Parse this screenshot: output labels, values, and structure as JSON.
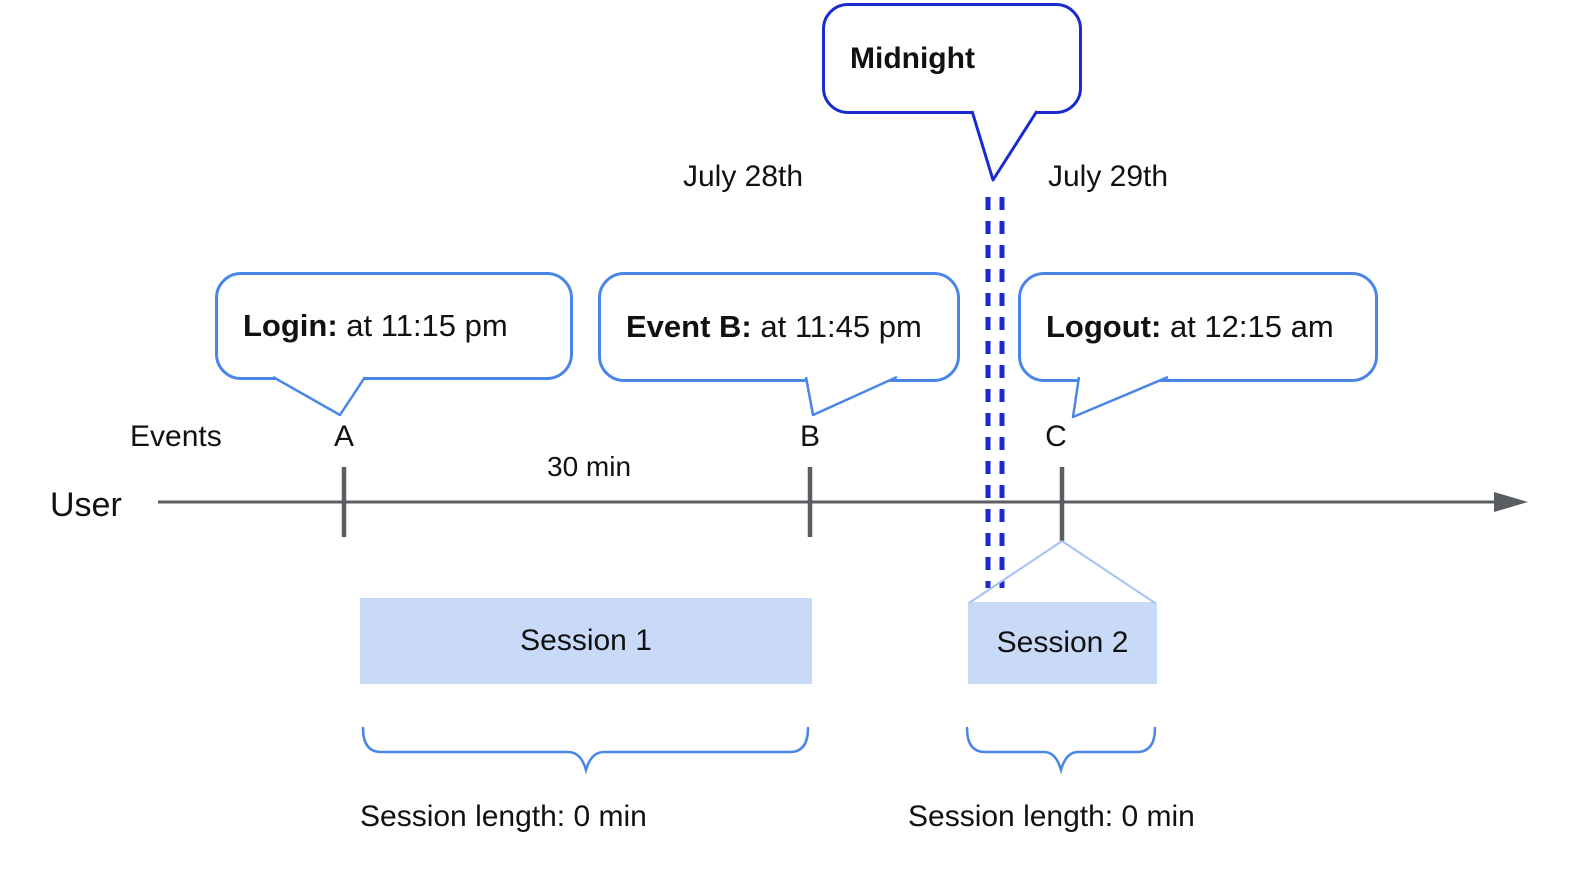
{
  "colors": {
    "accent_blue": "#4a86e8",
    "dark_blue": "#1b2ad0",
    "session_fill": "#c9daf8",
    "splay_blue": "#a4c2f4",
    "line_gray": "#5a5d61",
    "text": "#111111"
  },
  "midnight_bubble": {
    "label": "Midnight"
  },
  "dates": {
    "left": "July 28th",
    "right": "July 29th"
  },
  "axis": {
    "events_label": "Events",
    "user_label": "User",
    "interval_label": "30 min"
  },
  "events": [
    {
      "marker": "A",
      "callout_bold": "Login:",
      "callout_rest": " at 11:15 pm"
    },
    {
      "marker": "B",
      "callout_bold": "Event B:",
      "callout_rest": " at 11:45 pm"
    },
    {
      "marker": "C",
      "callout_bold": "Logout:",
      "callout_rest": " at 12:15 am"
    }
  ],
  "sessions": [
    {
      "label": "Session 1",
      "length_label": "Session length: 0 min"
    },
    {
      "label": "Session 2",
      "length_label": "Session length: 0 min"
    }
  ]
}
